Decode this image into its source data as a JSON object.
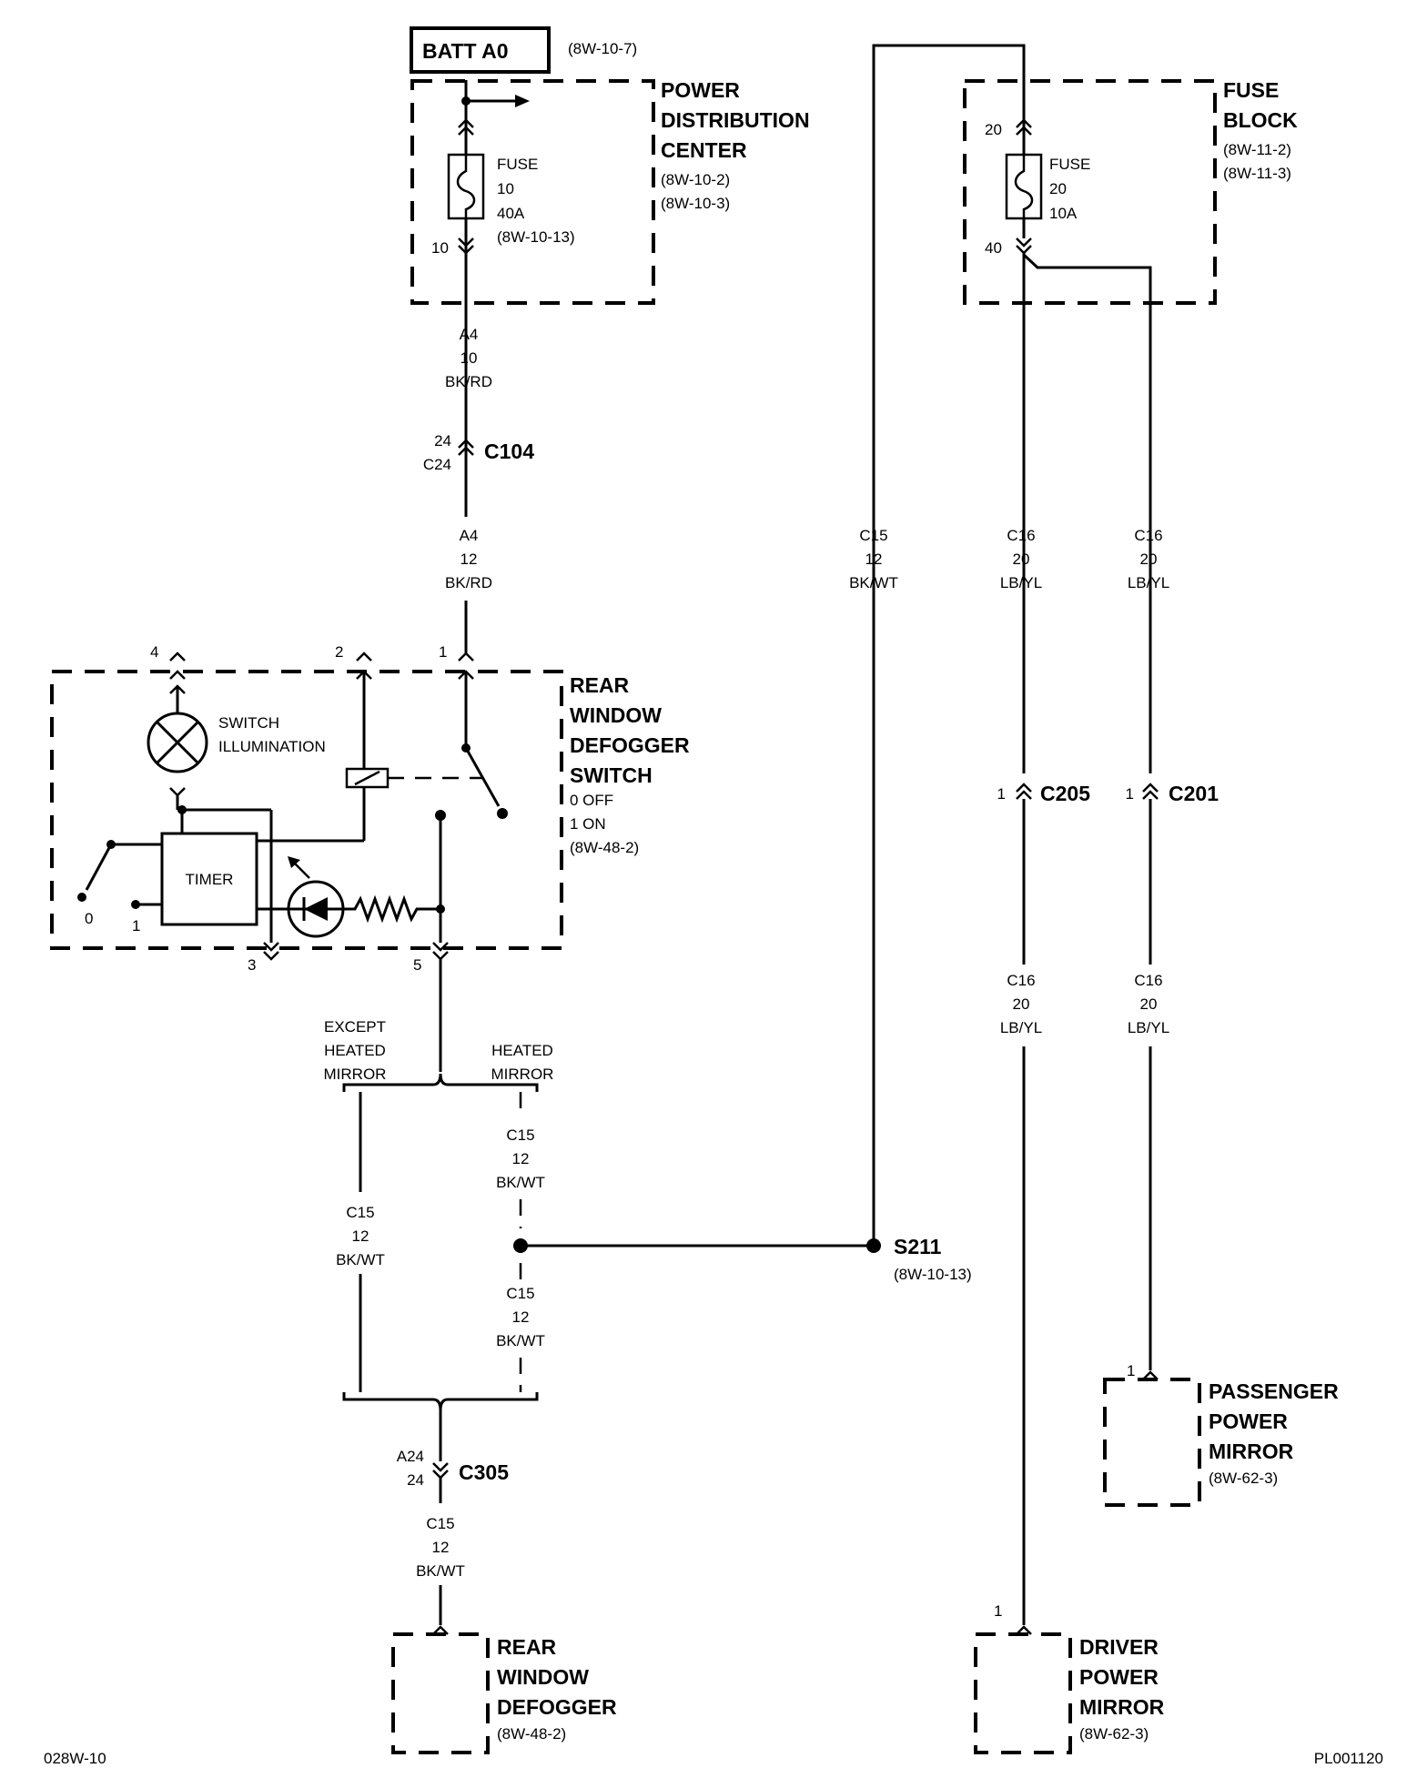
{
  "batt": {
    "label": "BATT A0",
    "ref": "(8W-10-7)"
  },
  "pdc": {
    "title": [
      "POWER",
      "DISTRIBUTION",
      "CENTER"
    ],
    "refs": [
      "(8W-10-2)",
      "(8W-10-3)"
    ],
    "fuse": [
      "FUSE",
      "10",
      "40A",
      "(8W-10-13)"
    ],
    "pin_out": "10"
  },
  "wire_a4_10": [
    "A4",
    "10",
    "BK/RD"
  ],
  "c104": {
    "name": "C104",
    "pins": [
      "24",
      "C24"
    ]
  },
  "wire_a4_12": [
    "A4",
    "12",
    "BK/RD"
  ],
  "fuse_block": {
    "title": [
      "FUSE",
      "BLOCK"
    ],
    "refs": [
      "(8W-11-2)",
      "(8W-11-3)"
    ],
    "fuse": [
      "FUSE",
      "20",
      "10A"
    ],
    "pin_in": "20",
    "pin_out": "40"
  },
  "wire_c15_top": [
    "C15",
    "12",
    "BK/WT"
  ],
  "wire_c16_a": [
    "C16",
    "20",
    "LB/YL"
  ],
  "wire_c16_b": [
    "C16",
    "20",
    "LB/YL"
  ],
  "c205": {
    "name": "C205",
    "pin": "1"
  },
  "c201": {
    "name": "C201",
    "pin": "1"
  },
  "wire_c16_c": [
    "C16",
    "20",
    "LB/YL"
  ],
  "wire_c16_d": [
    "C16",
    "20",
    "LB/YL"
  ],
  "switch": {
    "title": [
      "REAR",
      "WINDOW",
      "DEFOGGER",
      "SWITCH"
    ],
    "states": [
      "0 OFF",
      "1 ON",
      "(8W-48-2)"
    ],
    "pins": {
      "p1": "1",
      "p2": "2",
      "p3": "3",
      "p4": "4",
      "p5": "5"
    },
    "illumination": [
      "SWITCH",
      "ILLUMINATION"
    ],
    "timer": "TIMER",
    "pos0": "0",
    "pos1": "1"
  },
  "branch_except": [
    "EXCEPT",
    "HEATED",
    "MIRROR"
  ],
  "branch_heated": [
    "HEATED",
    "MIRROR"
  ],
  "wire_c15_right": [
    "C15",
    "12",
    "BK/WT"
  ],
  "wire_c15_left": [
    "C15",
    "12",
    "BK/WT"
  ],
  "wire_c15_mid": [
    "C15",
    "12",
    "BK/WT"
  ],
  "s211": {
    "name": "S211",
    "ref": "(8W-10-13)"
  },
  "c305": {
    "name": "C305",
    "pins": [
      "A24",
      "24"
    ]
  },
  "wire_c15_bottom": [
    "C15",
    "12",
    "BK/WT"
  ],
  "defogger": {
    "title": [
      "REAR",
      "WINDOW",
      "DEFOGGER"
    ],
    "ref": "(8W-48-2)",
    "pin": ""
  },
  "passenger_mirror": {
    "title": [
      "PASSENGER",
      "POWER",
      "MIRROR"
    ],
    "ref": "(8W-62-3)",
    "pin": "1"
  },
  "driver_mirror": {
    "title": [
      "DRIVER",
      "POWER",
      "MIRROR"
    ],
    "ref": "(8W-62-3)",
    "pin": "1"
  },
  "footer": {
    "left": "028W-10",
    "right": "PL001120"
  }
}
